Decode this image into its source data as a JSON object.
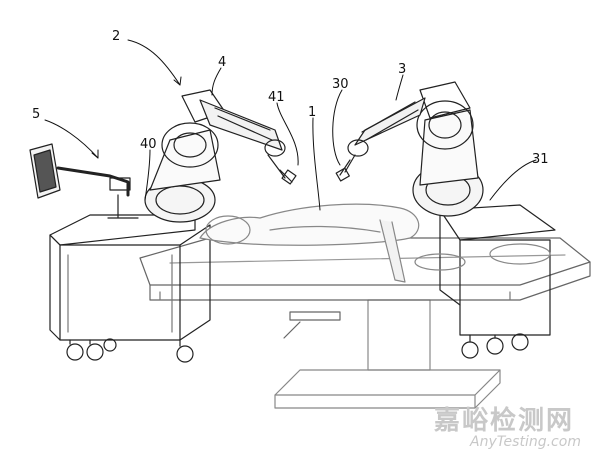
{
  "figure": {
    "labels": {
      "robot_system": "2",
      "arm_left": "4",
      "arm_right": "3",
      "display_stand": "5",
      "joint_left": "40",
      "tool_left": "41",
      "tool_right": "30",
      "patient": "1",
      "base_right": "31"
    }
  },
  "watermark": {
    "chinese": "嘉峪检测网",
    "english": "AnyTesting.com"
  }
}
